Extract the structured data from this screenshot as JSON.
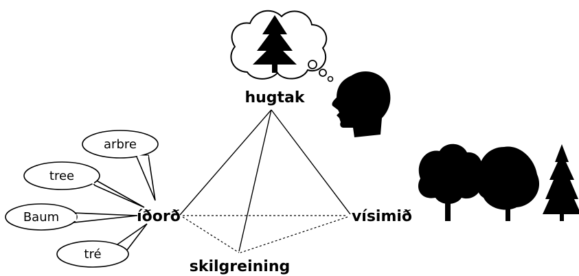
{
  "diagram": {
    "labels": {
      "concept": "hugtak",
      "term": "íðorð",
      "referent": "vísimið",
      "definition": "skilgreining"
    },
    "equivalents": [
      "arbre",
      "tree",
      "Baum",
      "tré"
    ],
    "icons": [
      "thought-cloud-icon",
      "fir-tree-icon",
      "human-head-icon",
      "deciduous-tree-icon",
      "round-tree-icon",
      "conifer-tree-icon"
    ]
  }
}
